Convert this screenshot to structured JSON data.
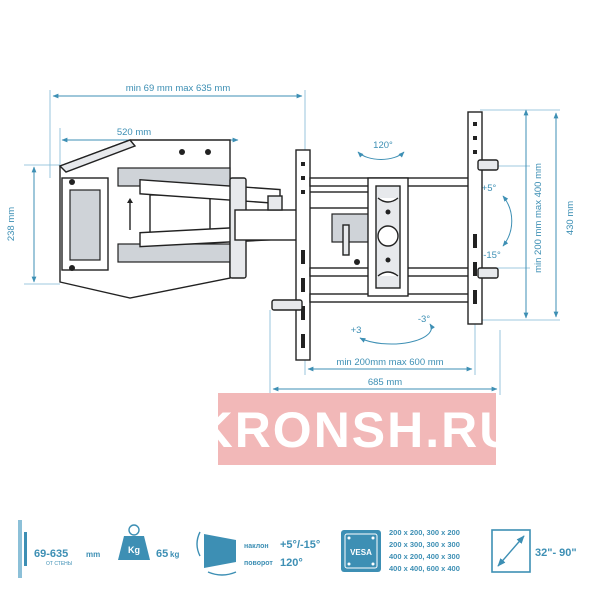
{
  "dimensions": {
    "arm_extension": "min 69 mm max 635 mm",
    "wall_plate_width": "520 mm",
    "wall_plate_height": "238 mm",
    "swivel_angle": "120°",
    "tilt_up": "+5°",
    "tilt_down": "-15°",
    "vesa_vertical": "min 200 mm max 400 mm",
    "bracket_height": "430 mm",
    "level_plus": "+3",
    "level_minus": "-3°",
    "vesa_horizontal": "min  200mm max 600 mm",
    "bracket_width": "685 mm"
  },
  "watermark": "KRONSH.RU",
  "specs": {
    "distance_value": "69-635",
    "distance_unit": "mm",
    "distance_note": "ОТ СТЕНЫ",
    "load_icon_label": "Kg",
    "load_value": "65",
    "load_unit": "kg",
    "tilt_label": "наклон",
    "tilt_value": "+5°/-15°",
    "swivel_label": "поворот",
    "swivel_value": "120°",
    "vesa_label": "VESA",
    "vesa_lines": [
      "200 x 200, 300 x 200",
      "200 x 300, 300 x 300",
      "400 x 200, 400 x 300",
      "400 x 400, 600 x 400"
    ],
    "screen_size": "32\"- 90\""
  },
  "colors": {
    "accent": "#3d8fb4",
    "watermark_bg": "#f2b8b8"
  }
}
